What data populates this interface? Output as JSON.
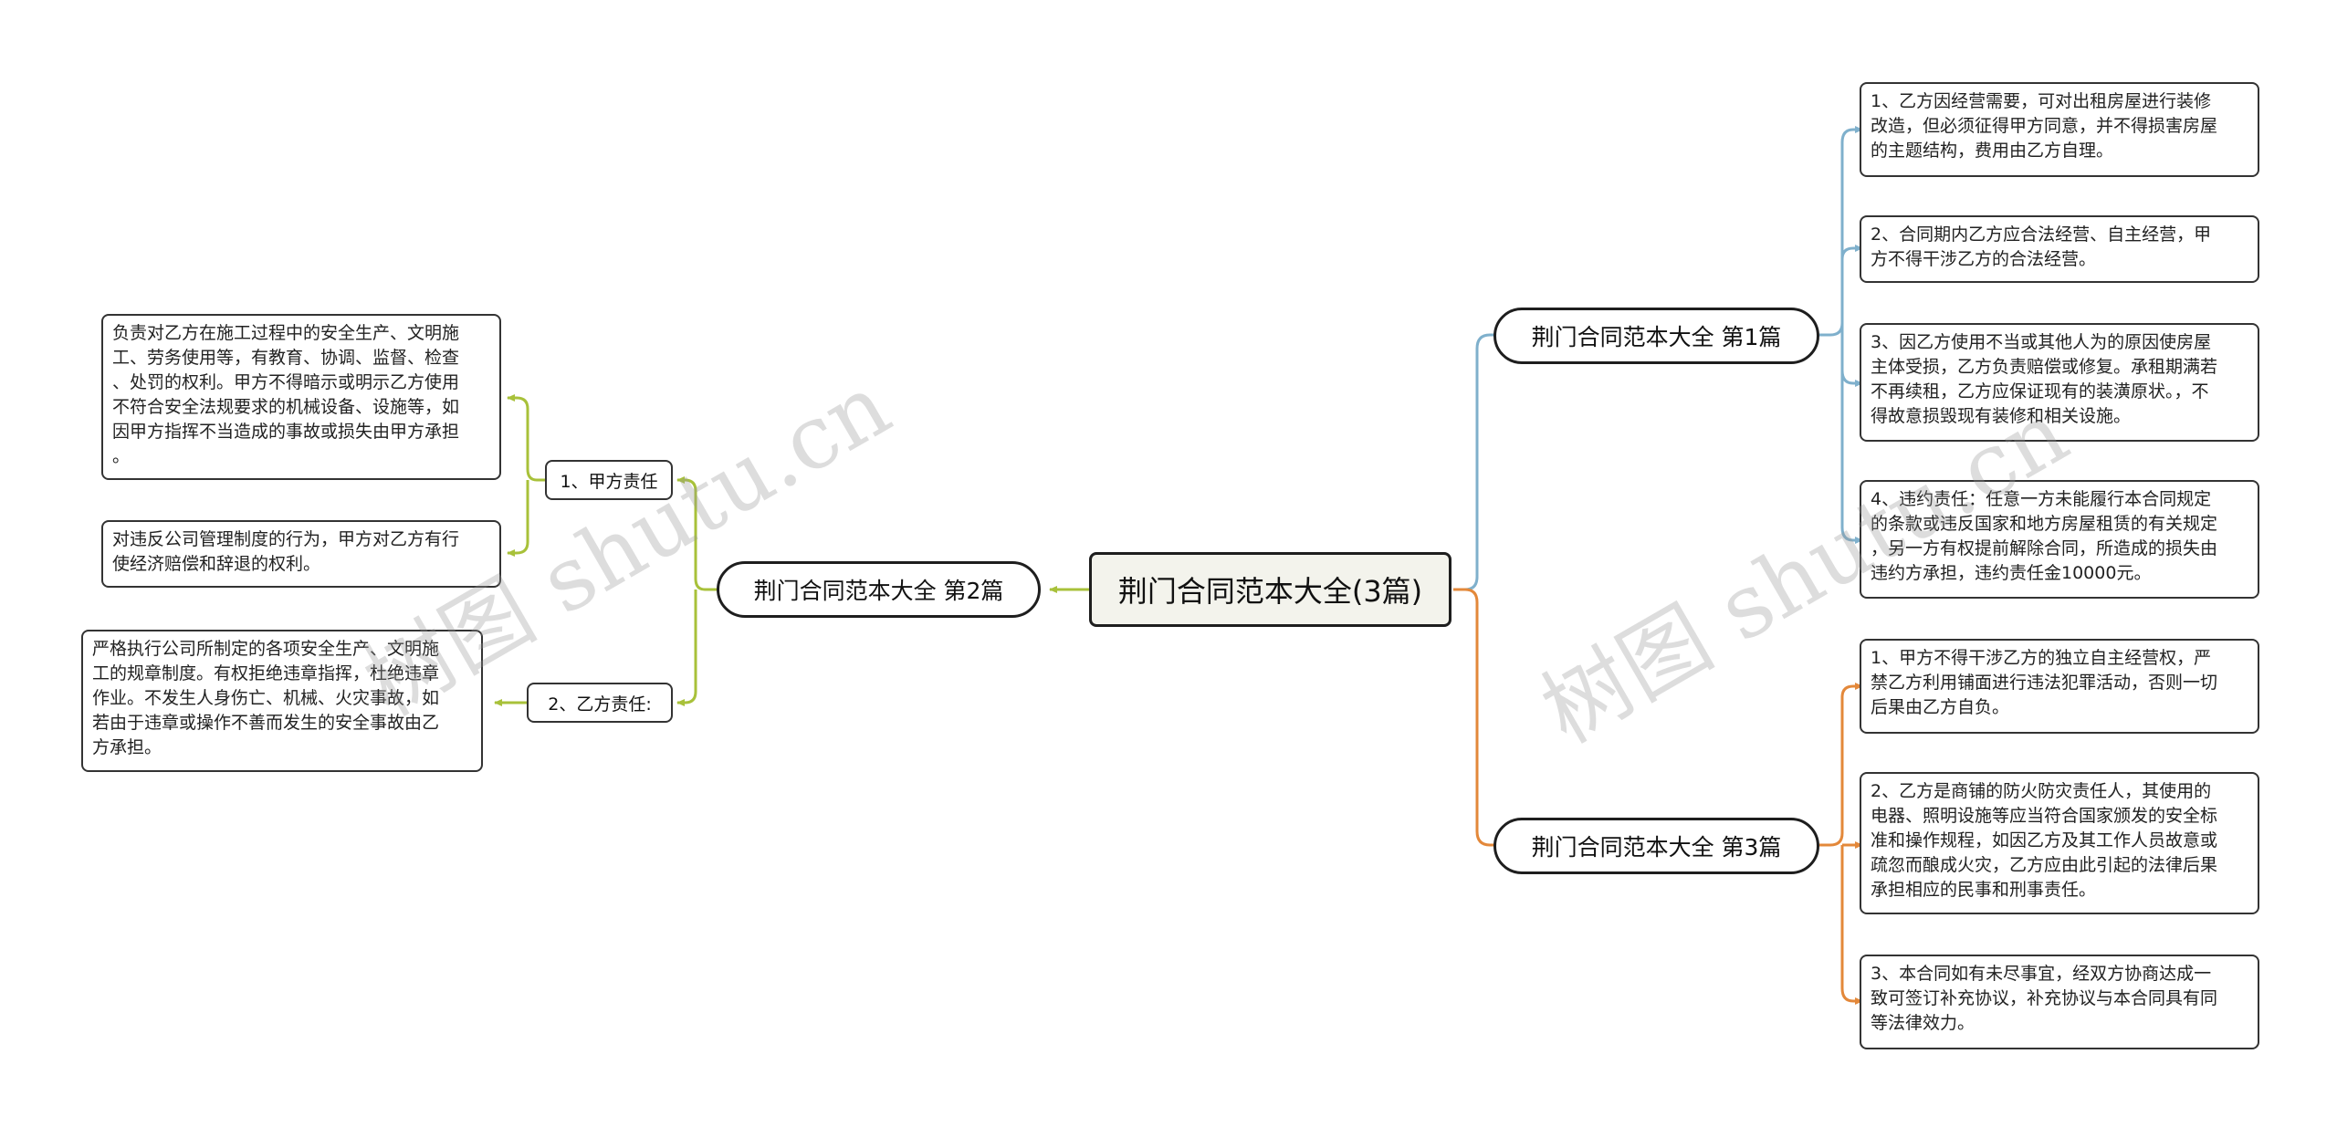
{
  "root": {
    "label": "荆门合同范本大全(3篇)"
  },
  "colors": {
    "blue": "#7fb0cc",
    "orange": "#e3883a",
    "green": "#a8c13a"
  },
  "branches": {
    "b1": {
      "label": "荆门合同范本大全 第1篇",
      "items": [
        "1、乙方因经营需要，可对出租房屋进行装修\n改造，但必须征得甲方同意，并不得损害房屋\n的主题结构，费用由乙方自理。",
        "2、合同期内乙方应合法经营、自主经营，甲\n方不得干涉乙方的合法经营。",
        "3、因乙方使用不当或其他人为的原因使房屋\n主体受损，乙方负责赔偿或修复。承租期满若\n不再续租，乙方应保证现有的装潢原状。，不\n得故意损毁现有装修和相关设施。",
        "4、违约责任：任意一方未能履行本合同规定\n的条款或违反国家和地方房屋租赁的有关规定\n，另一方有权提前解除合同，所造成的损失由\n违约方承担，违约责任金10000元。"
      ]
    },
    "b3": {
      "label": "荆门合同范本大全 第3篇",
      "items": [
        "1、甲方不得干涉乙方的独立自主经营权，严\n禁乙方利用铺面进行违法犯罪活动，否则一切\n后果由乙方自负。",
        "2、乙方是商铺的防火防灾责任人，其使用的\n电器、照明设施等应当符合国家颁发的安全标\n准和操作规程，如因乙方及其工作人员故意或\n疏忽而酿成火灾，乙方应由此引起的法律后果\n承担相应的民事和刑事责任。",
        "3、本合同如有未尽事宜，经双方协商达成一\n致可签订补充协议，补充协议与本合同具有同\n等法律效力。"
      ]
    },
    "b2": {
      "label": "荆门合同范本大全 第2篇",
      "sub1": {
        "label": "1、甲方责任",
        "items": [
          "负责对乙方在施工过程中的安全生产、文明施\n工、劳务使用等，有教育、协调、监督、检查\n、处罚的权利。甲方不得暗示或明示乙方使用\n不符合安全法规要求的机械设备、设施等，如\n因甲方指挥不当造成的事故或损失由甲方承担\n。",
          "对违反公司管理制度的行为，甲方对乙方有行\n使经济赔偿和辞退的权利。"
        ]
      },
      "sub2": {
        "label": "2、乙方责任:",
        "items": [
          "严格执行公司所制定的各项安全生产、文明施\n工的规章制度。有权拒绝违章指挥，杜绝违章\n作业。不发生人身伤亡、机械、火灾事故，如\n若由于违章或操作不善而发生的安全事故由乙\n方承担。"
        ]
      }
    }
  },
  "watermarks": [
    "树图 shutu.cn",
    "树图 shutu.cn"
  ]
}
